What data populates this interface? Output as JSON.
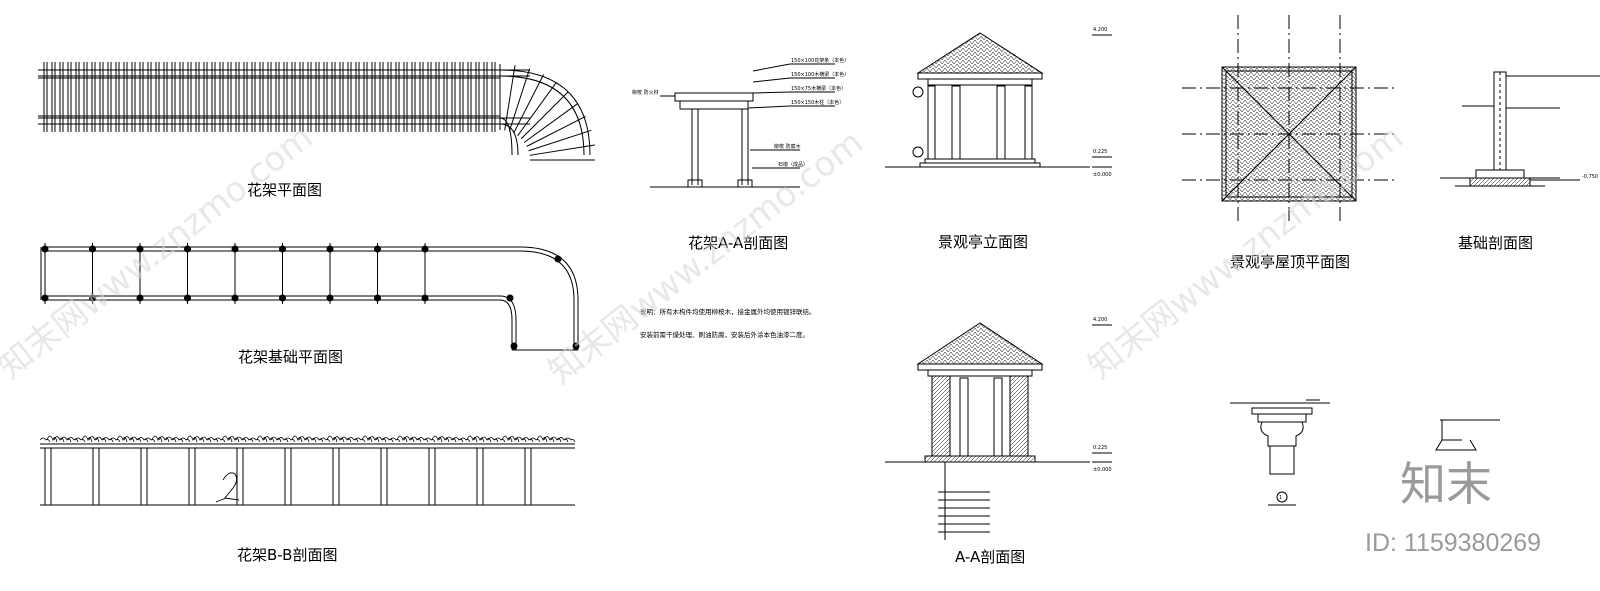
{
  "drawings": {
    "trellis_plan": {
      "title": "花架平面图"
    },
    "trellis_foundation_plan": {
      "title": "花架基础平面图"
    },
    "trellis_bb_section": {
      "title": "花架B-B剖面图"
    },
    "trellis_aa_section": {
      "title": "花架A-A剖面图",
      "labels": [
        "150×100花架条（本色）",
        "150×100木横梁（本色）",
        "150×75木横梁（本色）",
        "150×150木柱（本色）",
        "柳桉 防腐木",
        "石墩（成品）"
      ],
      "left_label": "柳桉 防火材"
    },
    "notes": {
      "line1": "说明：所有木构件均使用柳桉木，接金属外均使用镀锌联结。",
      "line2": "安装前需干燥处理、刷油防腐，安装后外涂本色油漆二度。"
    },
    "pavilion_elevation": {
      "title": "景观亭立面图",
      "levels": [
        "4.200",
        "0.225",
        "±0.000"
      ]
    },
    "pavilion_roof_plan": {
      "title": "景观亭屋顶平面图"
    },
    "foundation_section": {
      "title": "基础剖面图",
      "levels": [
        "-0.750"
      ]
    },
    "aa_section": {
      "title": "A-A剖面图",
      "levels": [
        "4.200",
        "0.225",
        "±0.000"
      ]
    },
    "detail": {
      "marker": "1"
    }
  },
  "watermark": {
    "text": "知末网www.znzmo.com",
    "logo": "知末",
    "id_label": "ID: 1159380269"
  }
}
